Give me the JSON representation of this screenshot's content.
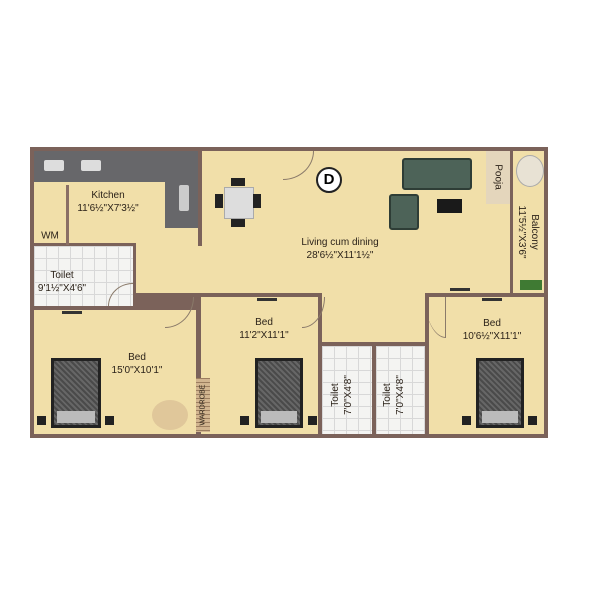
{
  "rooms": {
    "kitchen": {
      "name": "Kitchen",
      "size": "11'6½\"X7'3½\""
    },
    "wm": {
      "name": "WM"
    },
    "toilet_1": {
      "name": "Toilet",
      "size": "9'1½\"X4'6\""
    },
    "bed_1": {
      "name": "Bed",
      "size": "15'0\"X10'1\""
    },
    "living": {
      "name": "Living cum dining",
      "size": "28'6½\"X11'1½\""
    },
    "bed_2": {
      "name": "Bed",
      "size": "11'2\"X11'1\""
    },
    "toilet_2": {
      "name": "Toilet",
      "size": "7'0\"X4'8\""
    },
    "toilet_3": {
      "name": "Toilet",
      "size": "7'0\"X4'8\""
    },
    "bed_3": {
      "name": "Bed",
      "size": "10'6½\"X11'1\""
    },
    "pooja": {
      "name": "Pooja"
    },
    "balcony": {
      "name": "Balcony",
      "size": "11'5½\"X3'6\""
    },
    "wardrobe": {
      "name": "WARDROBE"
    }
  },
  "entrance_marker": "D",
  "colors": {
    "floor": "#f1dfa9",
    "wall": "#7b625a",
    "counter": "#67676a",
    "tile": "#f4f4f2"
  }
}
